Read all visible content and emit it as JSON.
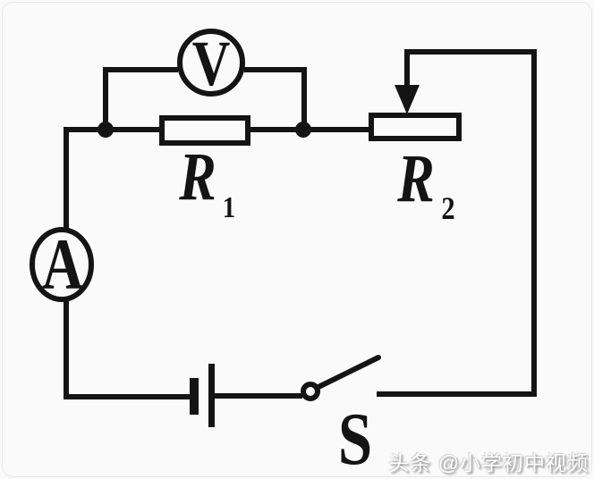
{
  "colors": {
    "ink": "#141414",
    "paper": "#fafafb",
    "border": "#e7e7ea",
    "watermark": "#ffffff"
  },
  "labels": {
    "voltmeter": "V",
    "ammeter": "A",
    "resistor1_base": "R",
    "resistor1_sub": "1",
    "resistor2_base": "R",
    "resistor2_sub": "2",
    "switch": "S"
  },
  "watermark": {
    "text": "头条 @小学初中视频"
  },
  "icons": {
    "voltmeter": "circle-V-meter-icon",
    "ammeter": "circle-A-meter-icon",
    "rheostat_slider": "down-arrow-icon",
    "battery": "cell-plates-icon",
    "switch": "open-knife-switch-icon",
    "junctions": "connection-dot-icon"
  }
}
